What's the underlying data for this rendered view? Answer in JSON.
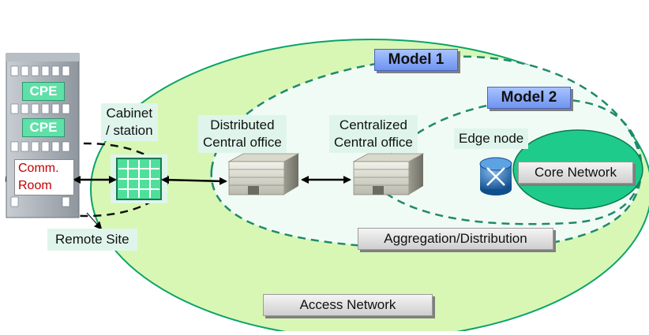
{
  "models": {
    "model1": "Model 1",
    "model2": "Model 2"
  },
  "building": {
    "cpe_top": "CPE",
    "cpe_bottom": "CPE",
    "comm_room_line1": "Comm.",
    "comm_room_line2": "Room"
  },
  "labels": {
    "cabinet_line1": "Cabinet",
    "cabinet_line2": "/ station",
    "distributed_line1": "Distributed",
    "distributed_line2": "Central office",
    "centralized_line1": "Centralized",
    "centralized_line2": "Central office",
    "edge_node": "Edge node",
    "remote_site": "Remote Site"
  },
  "networks": {
    "core": "Core Network",
    "aggregation": "Aggregation/Distribution",
    "access": "Access Network"
  },
  "colors": {
    "access_fill": "#d8f7b4",
    "model_region_fill": "#f1fbf6",
    "core_fill": "#1ecb8a",
    "dash_green": "#1f8a6a",
    "cabinet_fill": "#4ee09a",
    "comm_room_text": "#c00000",
    "model_label_fill": "#7d9cf2",
    "router_blue": "#1f6fb5"
  },
  "icons": {
    "office_building": "office-building-icon",
    "router": "router-icon",
    "cabinet": "cabinet-icon",
    "tower": "office-tower-icon"
  }
}
